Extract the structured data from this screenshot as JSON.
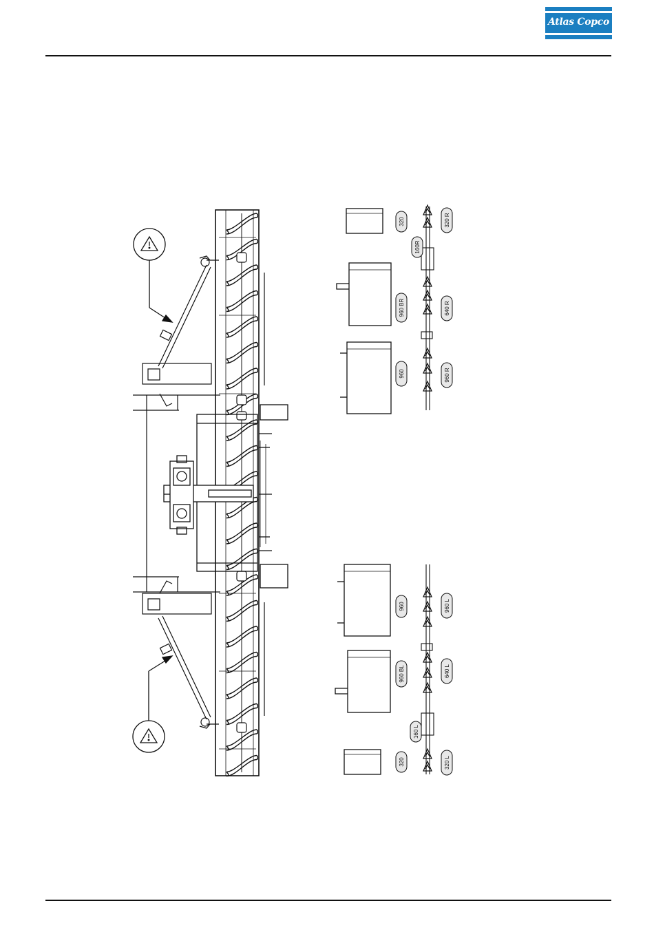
{
  "header": {
    "brand": "Atlas Copco",
    "brand_color": "#1b7fc1"
  },
  "drawing": {
    "labels_right": {
      "box_320": "320",
      "box_960_br": "960 BR",
      "box_960": "960",
      "seg_160r": "160R",
      "seg_320r": "320 R",
      "seg_640r": "640 R",
      "seg_960r": "960 R"
    },
    "labels_left": {
      "box_960": "960",
      "box_960_bl": "960 BL",
      "box_320": "320",
      "seg_960l": "960 L",
      "seg_640l": "640 L",
      "seg_160l": "160 L",
      "seg_320l": "320 L"
    },
    "warning_icon": "warning-triangle-icon"
  }
}
